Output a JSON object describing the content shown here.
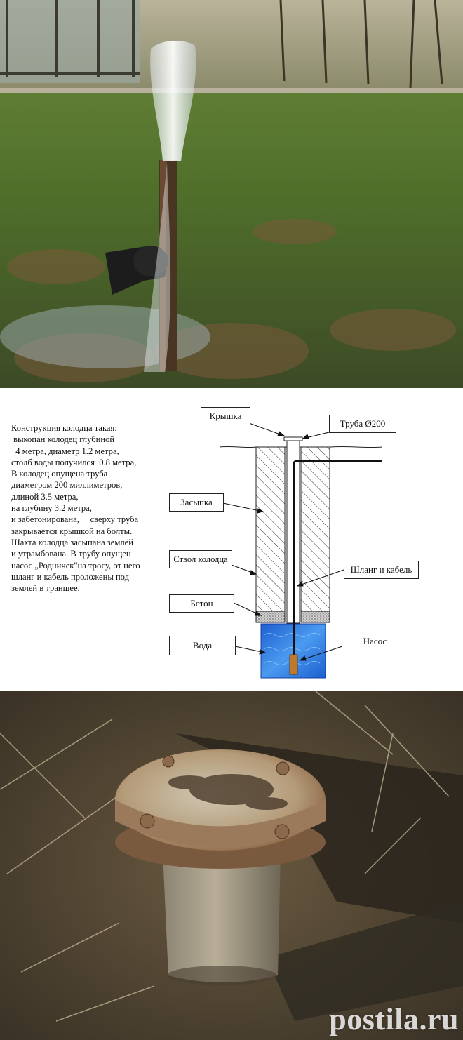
{
  "description": [
    "Конструкция колодца такая:",
    " выкопан колодец глубиной",
    "  4 метра, диаметр 1.2 метра,",
    "столб воды получился  0.8 метра,",
    "В колодец опущена труба",
    "диаметром 200 миллиметров,",
    "длиной 3.5 метра,",
    "на глубину 3.2 метра,",
    "и забетонирована,     сверху труба",
    "закрывается крышкой на болты.",
    "Шахта колодца засыпана землёй",
    "и утрамбована. В трубу опущен",
    "насос „Родничек\"на тросу, от него",
    "шланг и кабель проложены под",
    "землей в траншее."
  ],
  "labels": {
    "lid": "Крышка",
    "pipe": "Труба Ø200",
    "backfill": "Засыпка",
    "shaft": "Ствол колодца",
    "hose": "Шланг и кабель",
    "concrete": "Бетон",
    "water": "Вода",
    "pump": "Насос"
  },
  "watermark": "postila.ru",
  "colors": {
    "water": "#2a6fd6",
    "water_light": "#5aa0f0",
    "concrete": "#bdbdbd",
    "pump": "#c0782c",
    "hatch": "#333333"
  }
}
